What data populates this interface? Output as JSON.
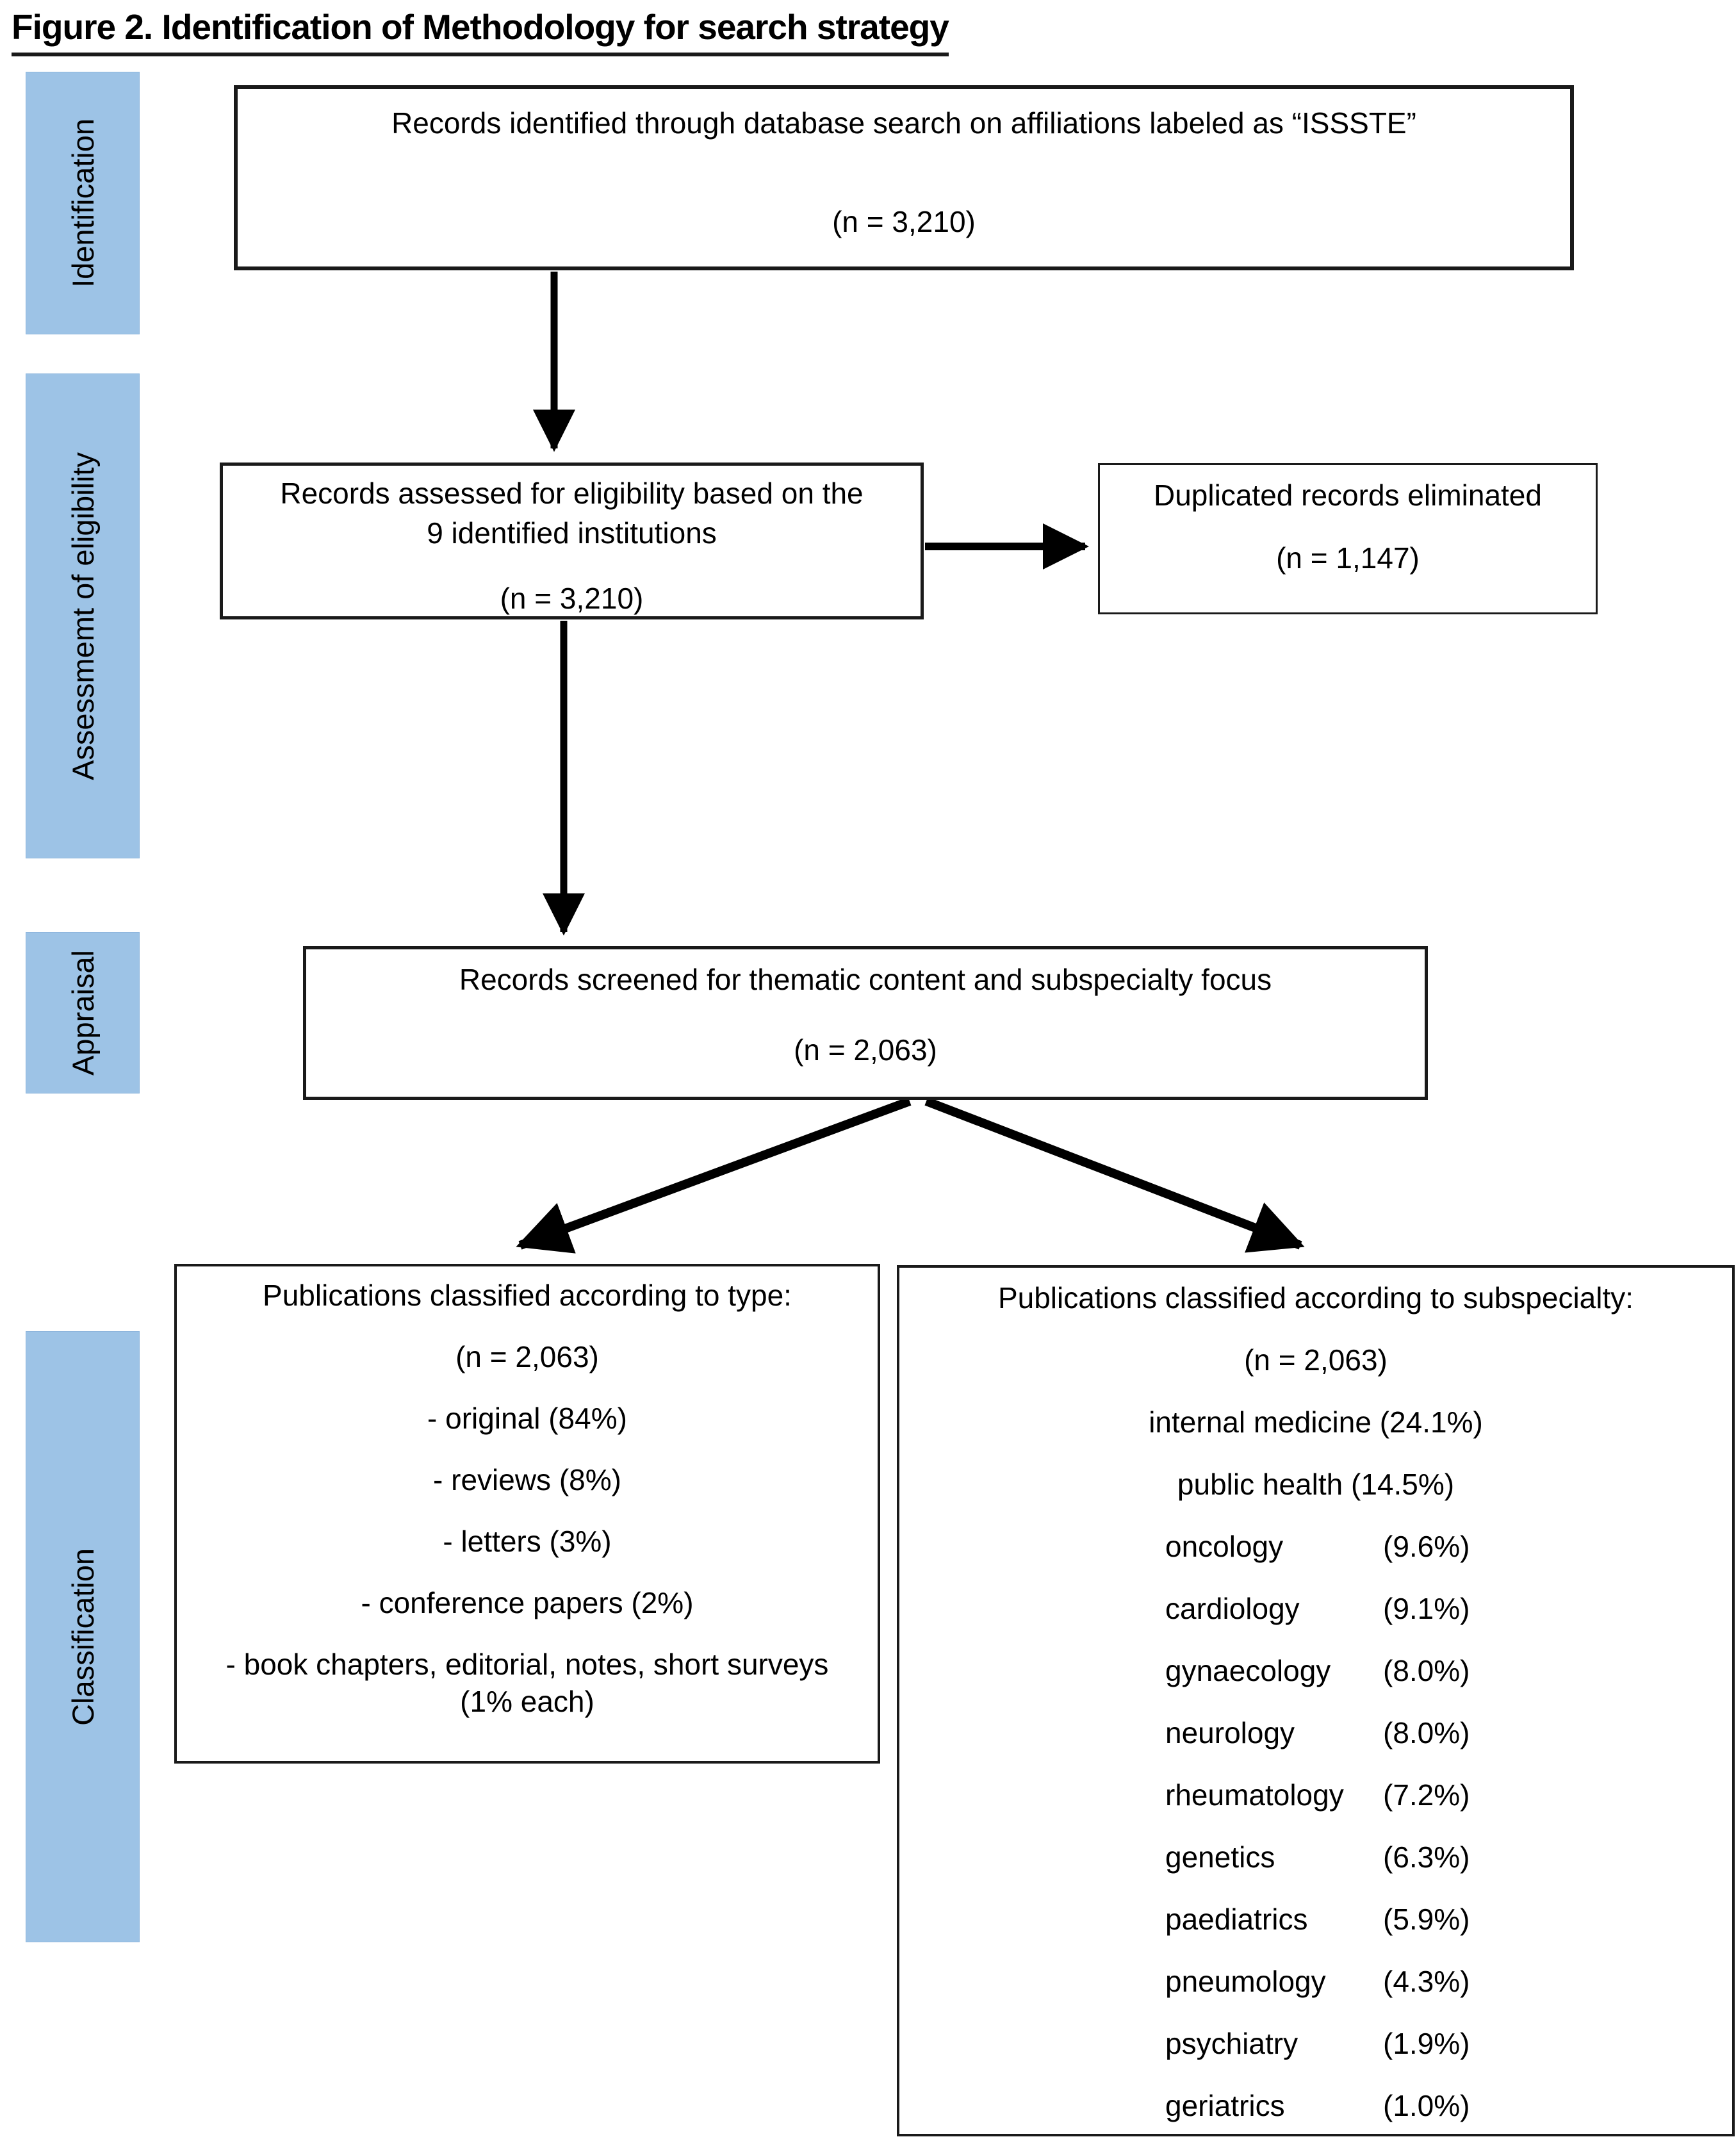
{
  "figure": {
    "title": "Figure 2. Identification of Methodology for search strategy"
  },
  "colors": {
    "stage_fill": "#9DC3E6",
    "line_color": "#000000"
  },
  "sidebar": {
    "stages": [
      {
        "label": "Identification"
      },
      {
        "label": "Assessmemt of eligibility"
      },
      {
        "label": "Appraisal"
      },
      {
        "label": "Classification"
      }
    ]
  },
  "boxes": {
    "identified": {
      "line1": "Records identified through database search on affiliations labeled as “ISSSTE”",
      "n": "(n = 3,210)"
    },
    "assessed": {
      "line1": "Records assessed for eligibility based on the",
      "line2": "9 identified institutions",
      "n": "(n = 3,210)"
    },
    "duplicates": {
      "line1": "Duplicated records eliminated",
      "n": "(n = 1,147)"
    },
    "screened": {
      "line1": "Records screened for thematic content and subspecialty focus",
      "n": "(n = 2,063)"
    },
    "by_type": {
      "header": "Publications classified according to type:",
      "n": "(n = 2,063)",
      "items": [
        "- original (84%)",
        "- reviews (8%)",
        "- letters (3%)",
        "- conference papers (2%)",
        "- book chapters, editorial, notes, short surveys (1% each)"
      ]
    },
    "by_subspecialty": {
      "header": "Publications classified according to subspecialty:",
      "n": "(n = 2,063)",
      "centered_items": [
        "internal medicine (24.1%)",
        "public health (14.5%)"
      ],
      "items": [
        {
          "name": "oncology",
          "pct": "(9.6%)"
        },
        {
          "name": "cardiology",
          "pct": "(9.1%)"
        },
        {
          "name": "gynaecology",
          "pct": "(8.0%)"
        },
        {
          "name": "neurology",
          "pct": "(8.0%)"
        },
        {
          "name": "rheumatology",
          "pct": "(7.2%)"
        },
        {
          "name": "genetics",
          "pct": "(6.3%)"
        },
        {
          "name": "paediatrics",
          "pct": "(5.9%)"
        },
        {
          "name": "pneumology",
          "pct": "(4.3%)"
        },
        {
          "name": "psychiatry",
          "pct": "(1.9%)"
        },
        {
          "name": "geriatrics",
          "pct": "(1.0%)"
        }
      ]
    }
  }
}
